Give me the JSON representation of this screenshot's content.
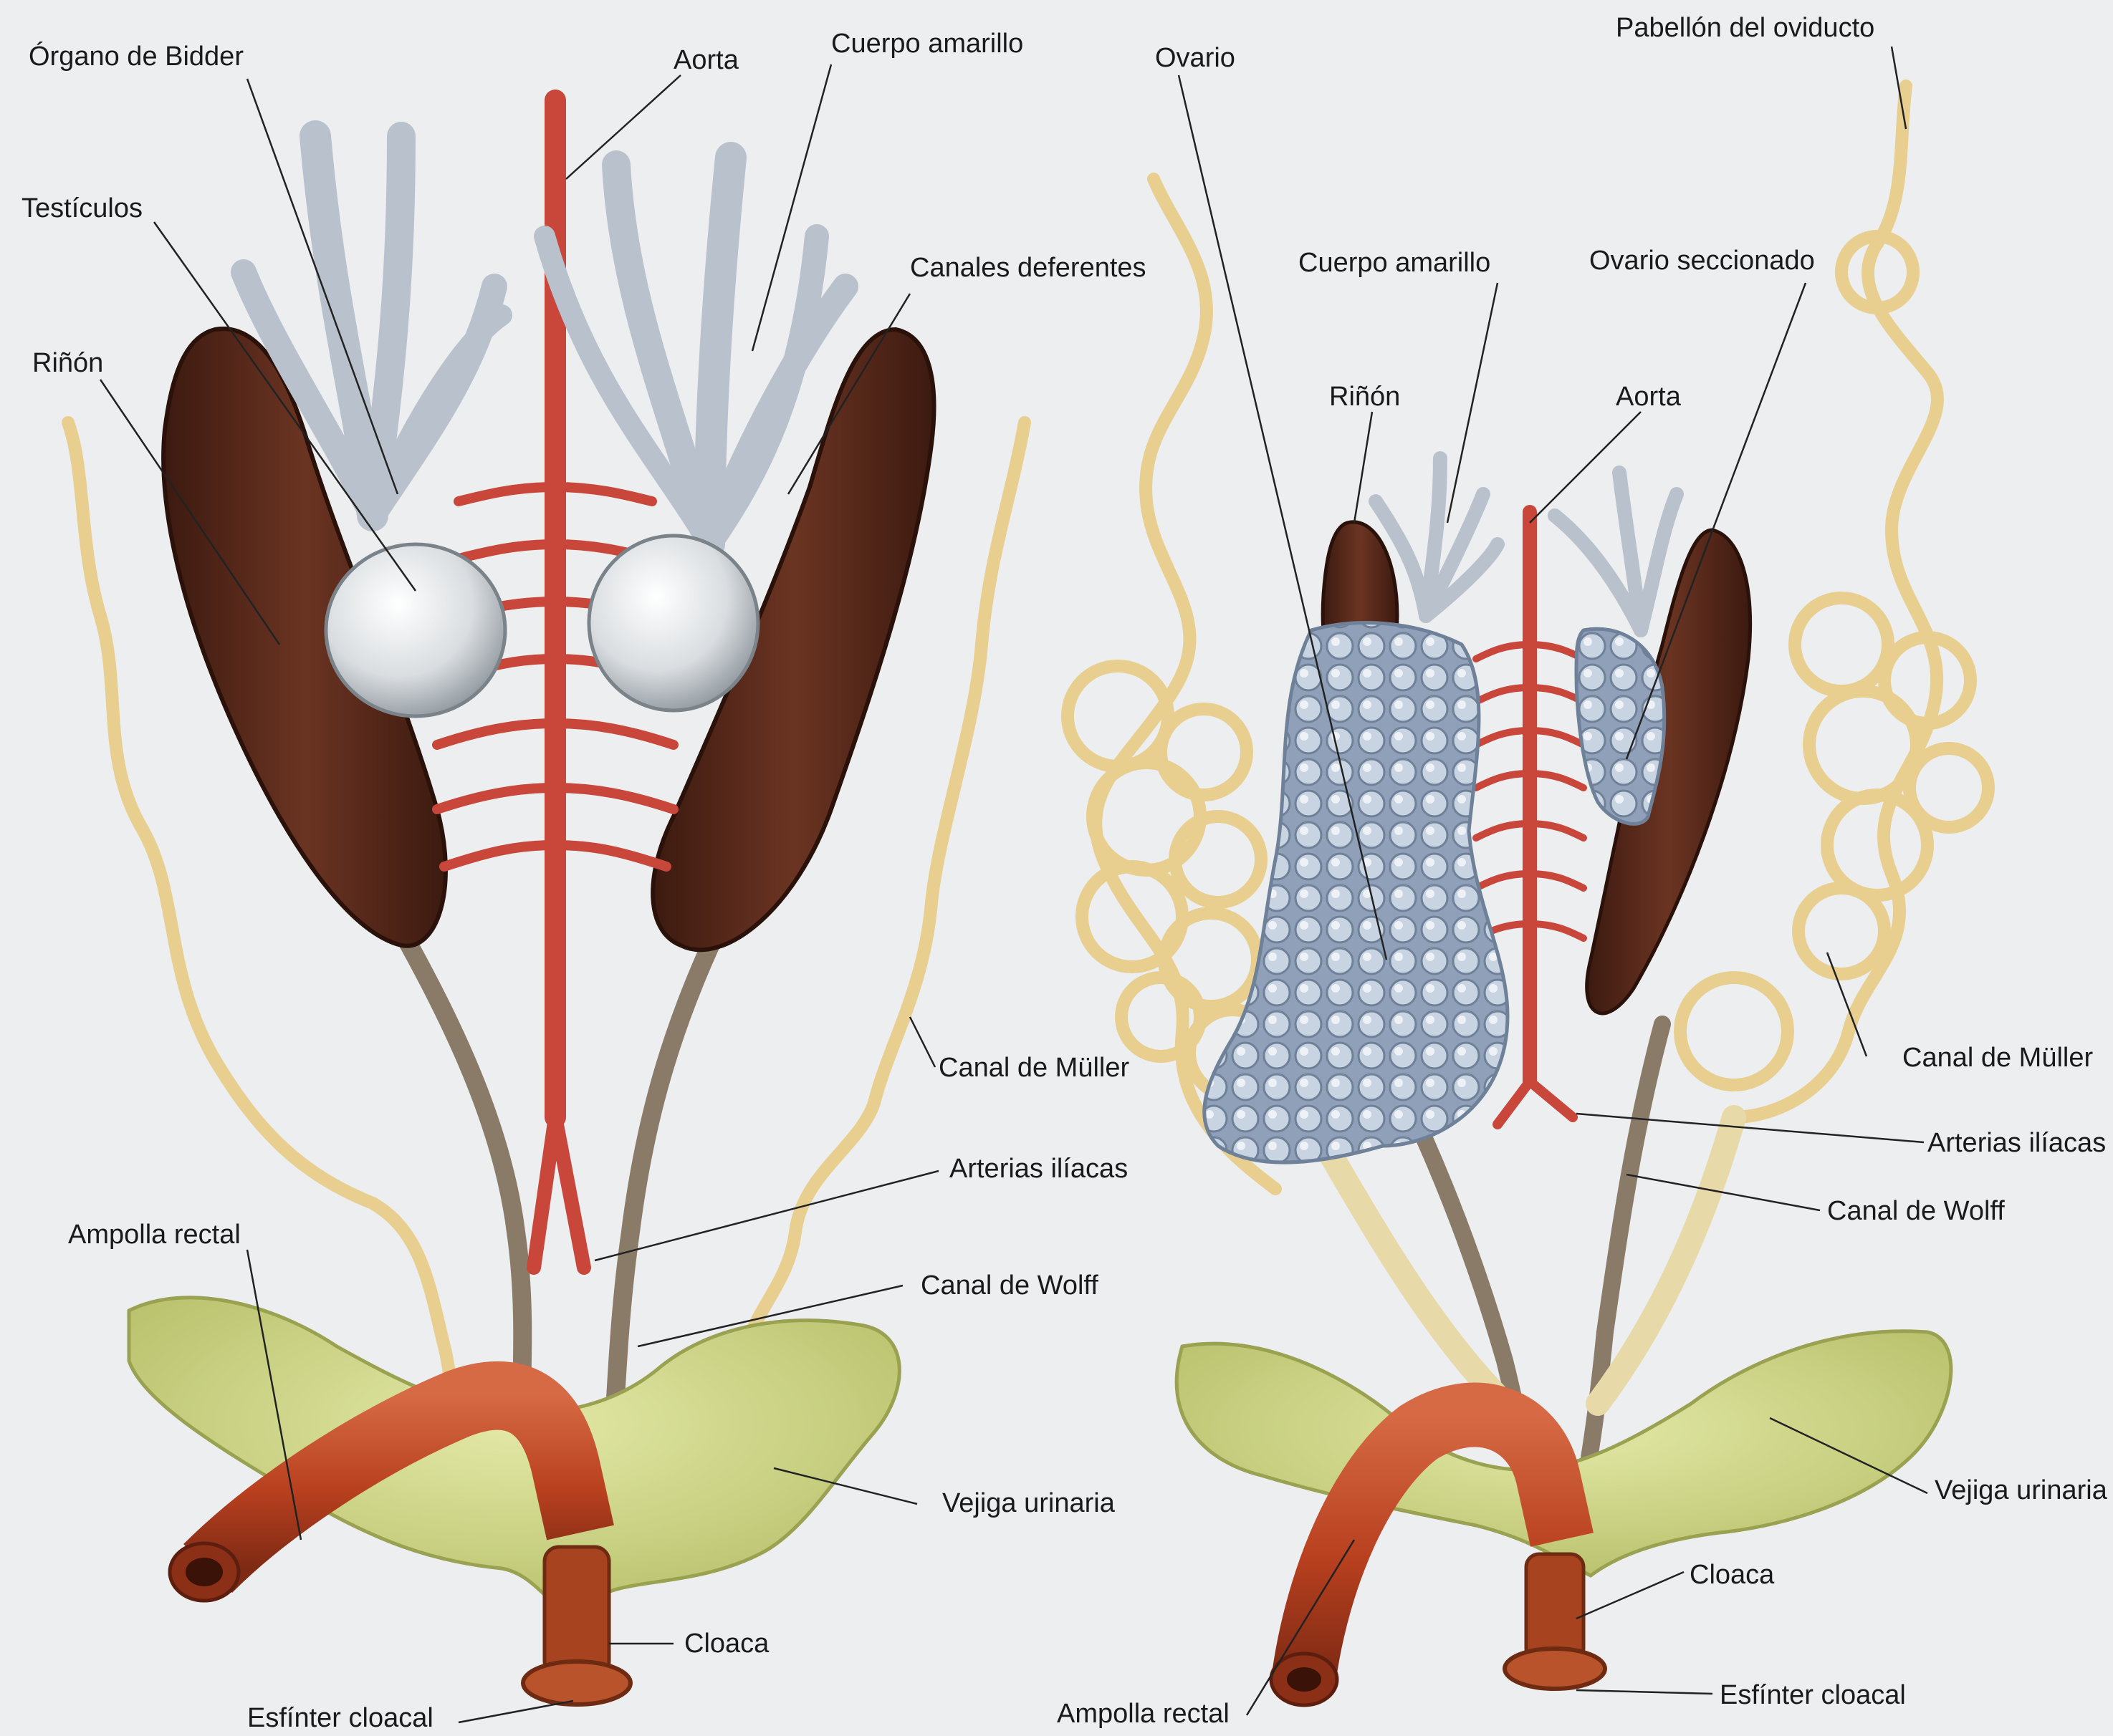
{
  "left_panel": {
    "labels": {
      "organo_bidder": "Órgano de Bidder",
      "aorta": "Aorta",
      "cuerpo_amarillo": "Cuerpo amarillo",
      "testiculos": "Testículos",
      "canales_deferentes": "Canales deferentes",
      "rinon": "Riñón",
      "canal_muller": "Canal de Müller",
      "arterias_iliacas": "Arterias ilíacas",
      "ampolla_rectal": "Ampolla rectal",
      "canal_wolff": "Canal de Wolff",
      "vejiga_urinaria": "Vejiga urinaria",
      "cloaca": "Cloaca",
      "esfinter_cloacal": "Esfínter cloacal"
    }
  },
  "right_panel": {
    "labels": {
      "ovario": "Ovario",
      "pabellon_oviducto": "Pabellón del oviducto",
      "cuerpo_amarillo": "Cuerpo amarillo",
      "ovario_seccionado": "Ovario seccionado",
      "rinon": "Riñón",
      "aorta": "Aorta",
      "canal_muller": "Canal de Müller",
      "arterias_iliacas": "Arterias ilíacas",
      "canal_wolff": "Canal de Wolff",
      "vejiga_urinaria": "Vejiga urinaria",
      "cloaca": "Cloaca",
      "esfinter_cloacal": "Esfínter cloacal",
      "ampolla_rectal": "Ampolla rectal"
    }
  },
  "colors": {
    "background": "#eceef0",
    "kidney": "#5a2a1c",
    "artery": "#c8473a",
    "testis": "#d9dde0",
    "fat_body": "#b9c2cc",
    "ovary": "#a9b8cc",
    "oviduct": "#e8cf8f",
    "bladder": "#cfd88a",
    "rectum": "#b8401f",
    "wolff_duct": "#8a7a68"
  }
}
